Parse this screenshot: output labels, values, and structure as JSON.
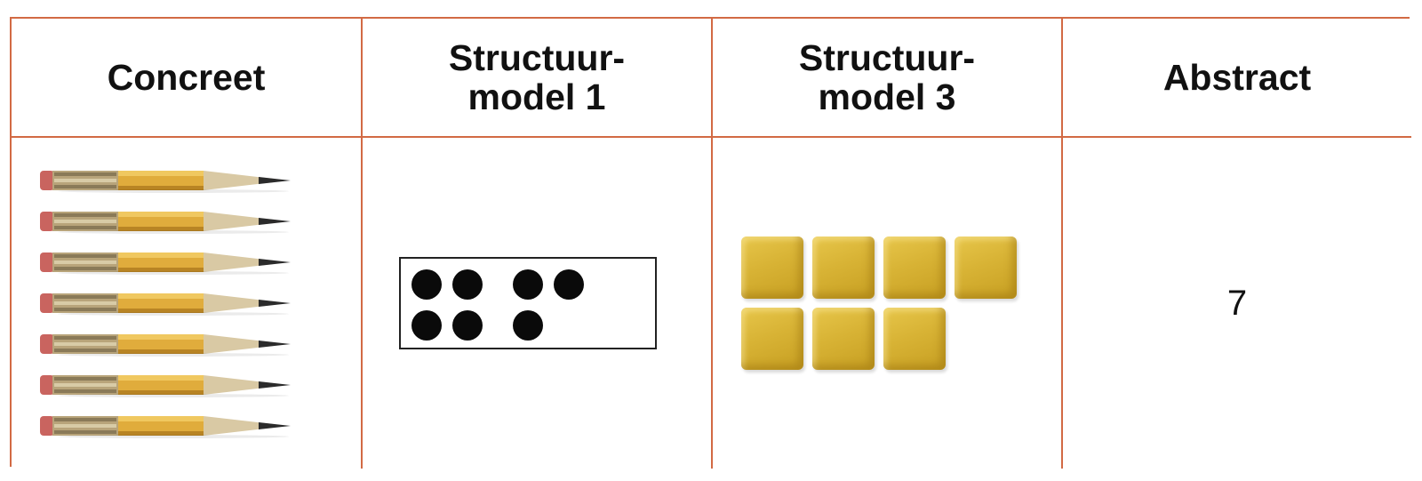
{
  "headers": {
    "concreet": "Concreet",
    "structuurmodel1": "Structuur-\nmodel 1",
    "structuurmodel3": "Structuur-\nmodel 3",
    "abstract": "Abstract"
  },
  "abstract_value": "7",
  "counts": {
    "pencils": 7,
    "dots": 7,
    "cubes": 7
  },
  "colors": {
    "border": "#d26a44",
    "pencil_body": "#e0ac3c",
    "cube": "#dcb738",
    "dot": "#0a0a0a"
  }
}
